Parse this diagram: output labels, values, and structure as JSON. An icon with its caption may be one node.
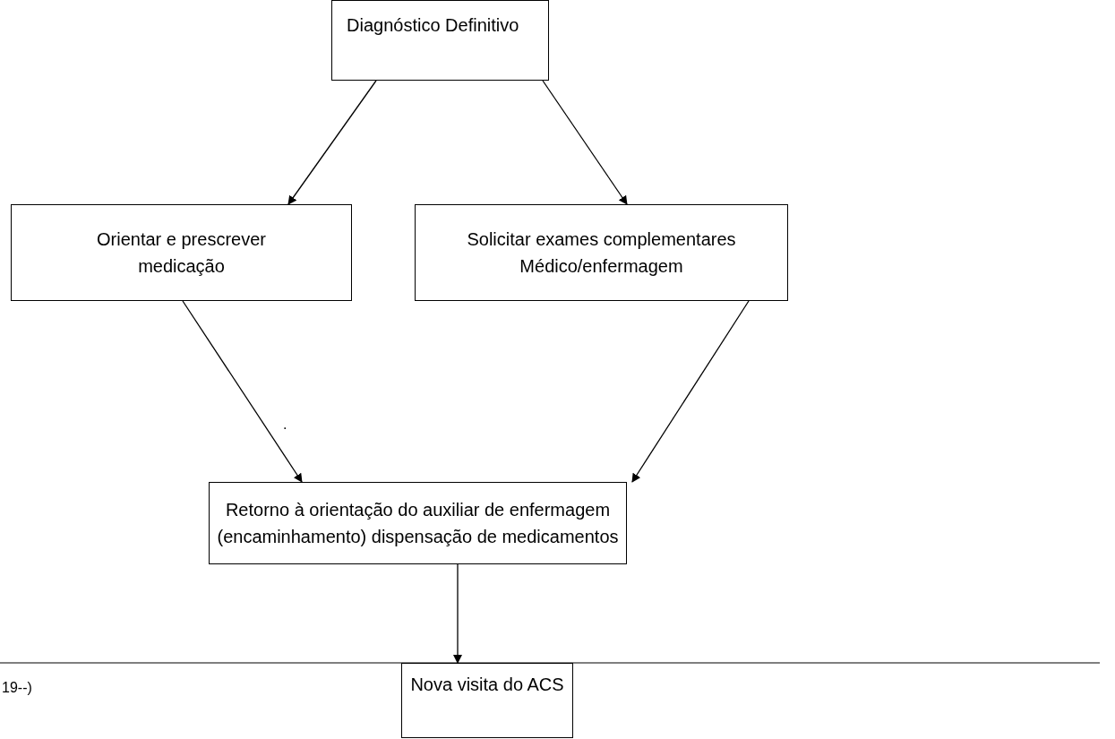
{
  "diagram": {
    "nodes": [
      {
        "text": [
          "Diagnóstico Definitivo"
        ]
      },
      {
        "text": [
          "Orientar e prescrever medicação"
        ]
      },
      {
        "text": [
          "Solicitar exames complementares Médico/enfermagem"
        ]
      },
      {
        "text": [
          "Retorno à orientação do auxiliar de enfermagem (encaminhamento) dispensação de medicamentos"
        ]
      },
      {
        "text": [
          "Nova visita do ACS"
        ]
      }
    ],
    "edges": [
      {
        "from": 0,
        "to": 1,
        "arrow": "to"
      },
      {
        "from": 0,
        "to": 2,
        "arrow": "to"
      },
      {
        "from": 1,
        "to": 3,
        "arrow": "to"
      },
      {
        "from": 2,
        "to": 3,
        "arrow": "to"
      },
      {
        "from": 3,
        "to": 4,
        "arrow": "to"
      }
    ],
    "labels": [
      ".",
      "19--)"
    ]
  }
}
